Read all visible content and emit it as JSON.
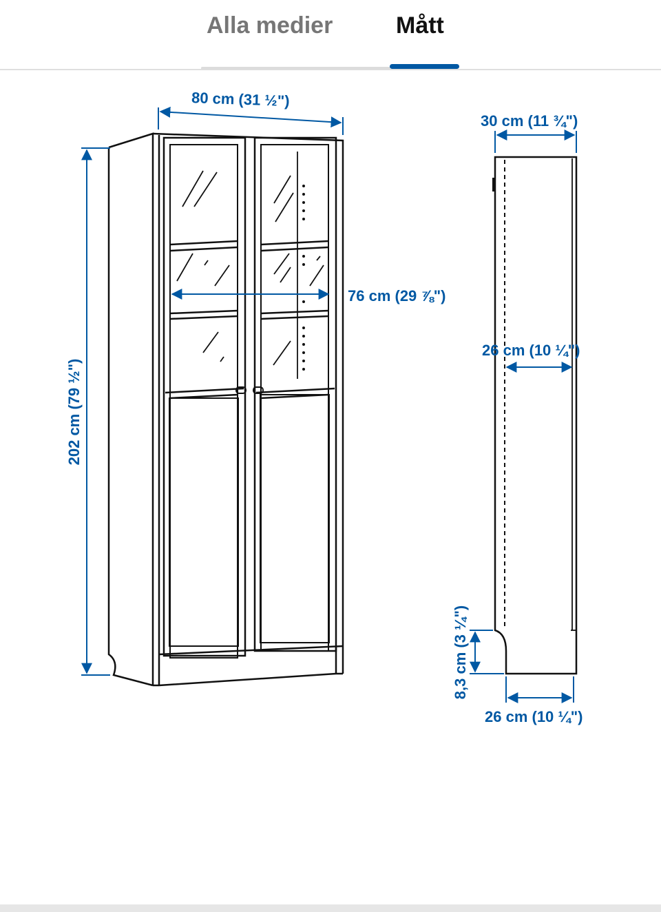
{
  "tabs": {
    "media_label": "Alla medier",
    "dimensions_label": "Mått"
  },
  "dimensions": {
    "width": "80 cm (31 ½\")",
    "inner_width": "76 cm (29 ⅞\")",
    "height": "202 cm (79 ½\")",
    "depth": "30 cm (11 ¾\")",
    "inner_depth": "26 cm (10 ¼\")",
    "base_height": "8,3 cm (3 ¼\")",
    "base_depth": "26 cm (10 ¼\")"
  },
  "colors": {
    "accent": "#0058a3",
    "line": "#111111"
  }
}
